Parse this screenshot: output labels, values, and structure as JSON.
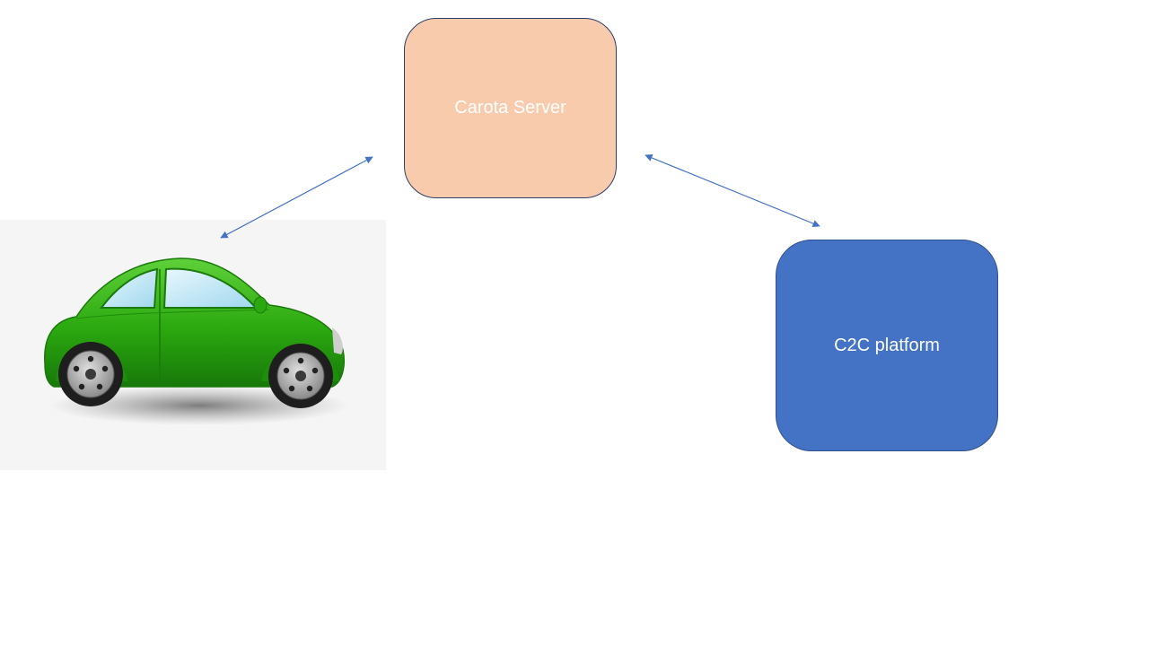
{
  "diagram": {
    "nodes": {
      "server": {
        "label": "Carota Server",
        "fill": "#F8CBAD",
        "text_color": "#FFFFFF"
      },
      "platform": {
        "label": "C2C platform",
        "fill": "#4472C4",
        "text_color": "#FFFFFF"
      },
      "vehicle": {
        "image": "green-car-icon"
      }
    },
    "edges": [
      {
        "from": "vehicle",
        "to": "server",
        "direction": "bidirectional",
        "color": "#4472C4"
      },
      {
        "from": "server",
        "to": "platform",
        "direction": "bidirectional",
        "color": "#4472C4"
      }
    ],
    "colors": {
      "car_body": "#2BA80F",
      "car_frame_bg": "#F5F5F5",
      "connector": "#4472C4"
    }
  }
}
